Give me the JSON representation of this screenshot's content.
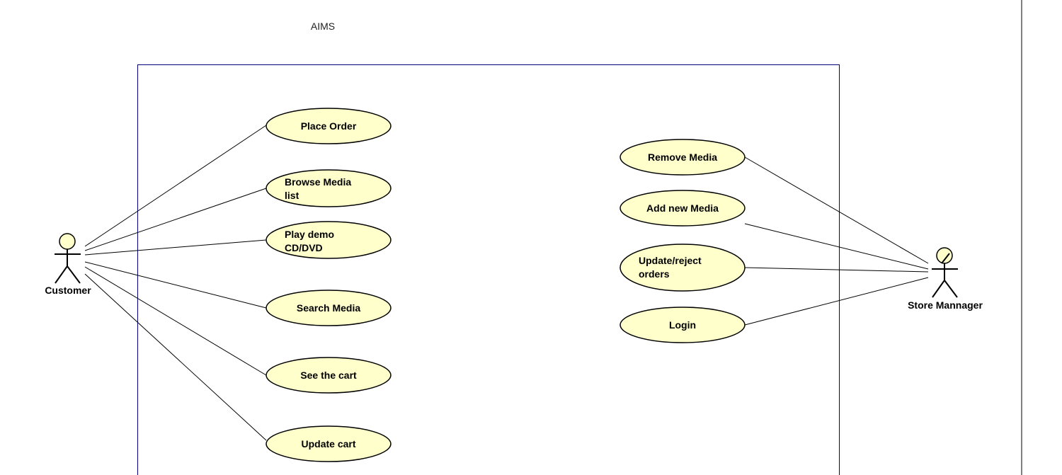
{
  "diagram": {
    "system_name": "AIMS",
    "actors": {
      "customer": "Customer",
      "store_manager": "Store Mannager"
    },
    "customer_use_cases": {
      "place_order": {
        "lines": [
          "Place Order"
        ]
      },
      "browse_media_list": {
        "lines": [
          "Browse Media",
          "list"
        ]
      },
      "play_demo": {
        "lines": [
          "Play demo",
          "CD/DVD"
        ]
      },
      "search_media": {
        "lines": [
          "Search Media"
        ]
      },
      "see_cart": {
        "lines": [
          "See the cart"
        ]
      },
      "update_cart": {
        "lines": [
          "Update cart"
        ]
      }
    },
    "manager_use_cases": {
      "remove_media": {
        "lines": [
          "Remove Media"
        ]
      },
      "add_new_media": {
        "lines": [
          "Add new Media"
        ]
      },
      "update_reject_orders": {
        "lines": [
          "Update/reject",
          "orders"
        ]
      },
      "login": {
        "lines": [
          "Login"
        ]
      }
    },
    "colors": {
      "use_case_fill": "#ffffcc",
      "actor_head_fill": "#ffffcc",
      "system_border": "#00007f",
      "line": "#000000",
      "page_right_rule": "#000000"
    }
  }
}
